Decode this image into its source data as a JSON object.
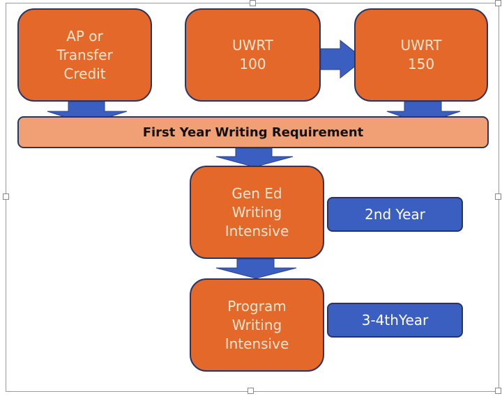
{
  "boxes": {
    "ap": "AP or\nTransfer\nCredit",
    "uwrt100": "UWRT\n100",
    "uwrt150": "UWRT\n150",
    "gen_ed": "Gen Ed\nWriting\nIntensive",
    "program": "Program\nWriting\nIntensive"
  },
  "requirement": "First Year Writing Requirement",
  "tags": {
    "second_year": "2nd Year",
    "third_fourth_year": "3-4thYear"
  },
  "colors": {
    "box": "#e4682a",
    "band": "#f0a074",
    "arrow": "#3b5fc0",
    "tag": "#3b5fc0"
  }
}
